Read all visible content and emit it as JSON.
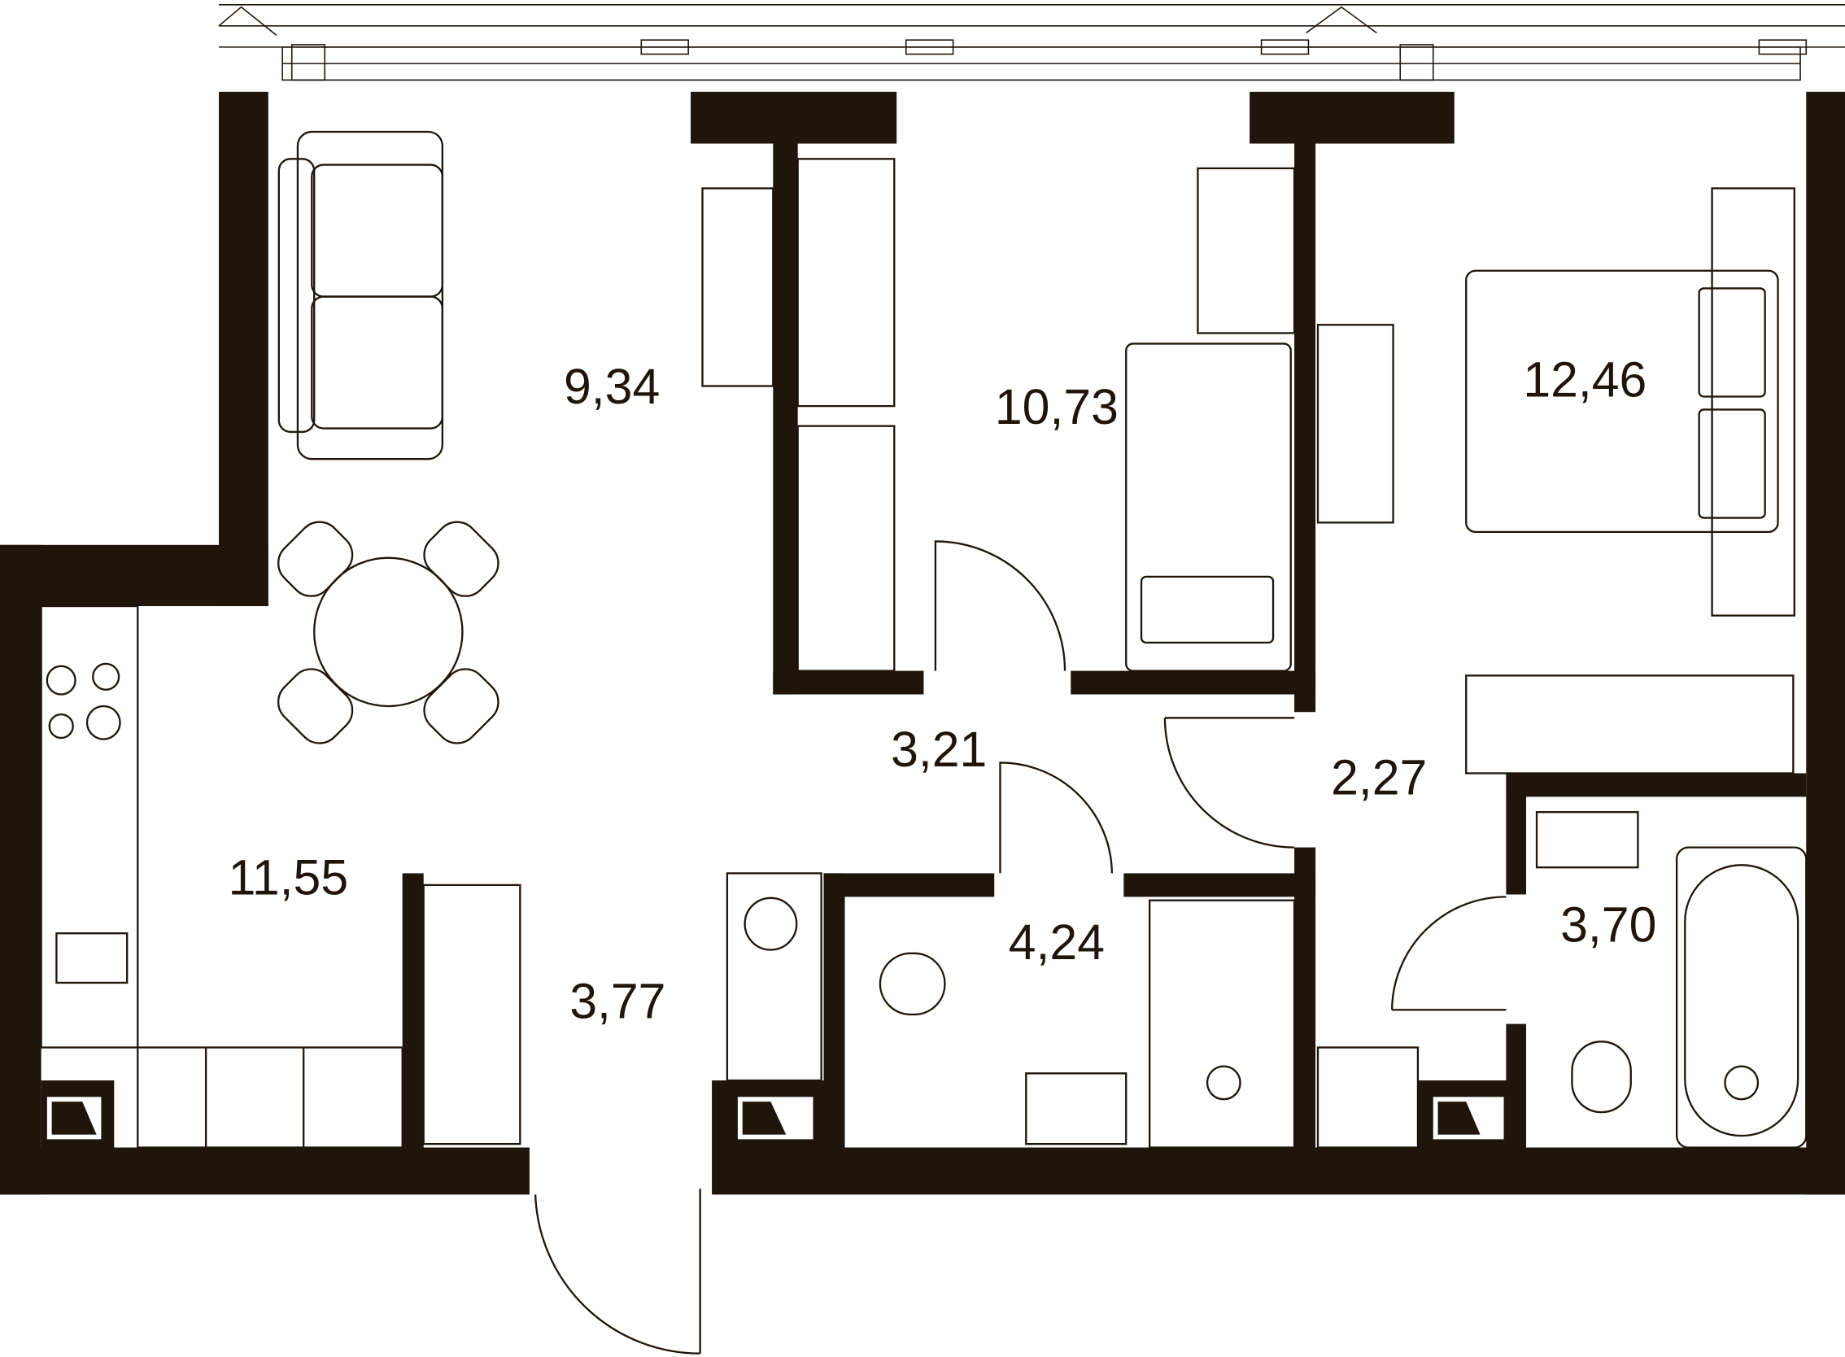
{
  "plan": {
    "wall_color": "#1f150b",
    "rooms": [
      {
        "id": "living",
        "area": "9,34"
      },
      {
        "id": "bedroom-small",
        "area": "10,73"
      },
      {
        "id": "bedroom-master",
        "area": "12,46"
      },
      {
        "id": "hall",
        "area": "3,21"
      },
      {
        "id": "corridor",
        "area": "2,27"
      },
      {
        "id": "kitchen",
        "area": "11,55"
      },
      {
        "id": "entrance",
        "area": "3,77"
      },
      {
        "id": "bathroom-1",
        "area": "4,24"
      },
      {
        "id": "bathroom-2",
        "area": "3,70"
      }
    ]
  }
}
